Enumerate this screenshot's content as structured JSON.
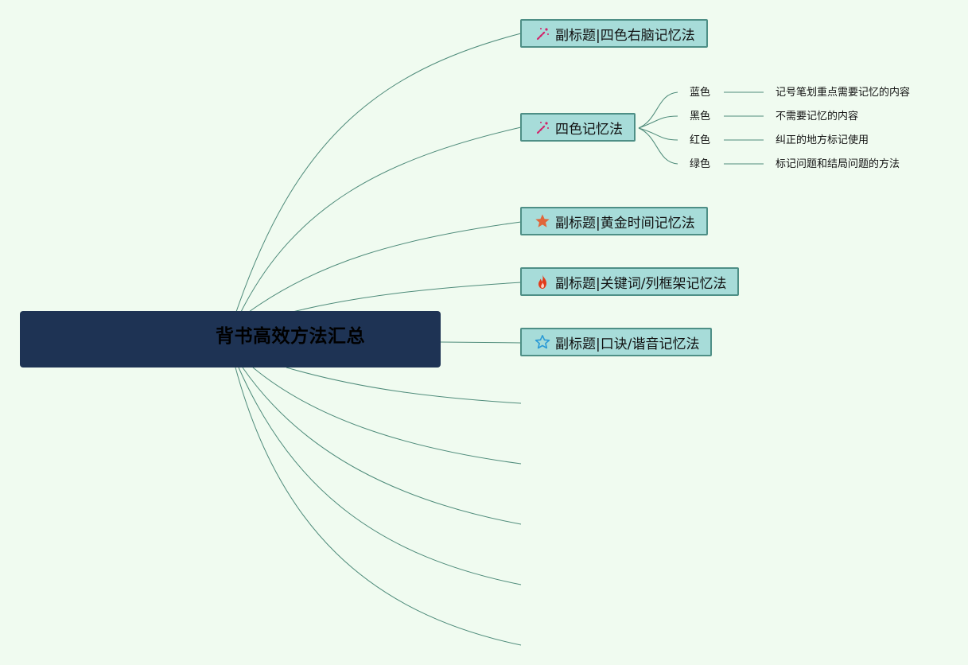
{
  "root": {
    "title": "背书高效方法汇总"
  },
  "branches": [
    {
      "label": "副标题|四色右脑记忆法",
      "icon": "magic-wand-icon",
      "icon_color": "#d2226a"
    },
    {
      "label": "四色记忆法",
      "icon": "magic-wand-icon",
      "icon_color": "#d2226a",
      "children": [
        {
          "label": "蓝色",
          "detail": "记号笔划重点需要记忆的内容"
        },
        {
          "label": "黑色",
          "detail": "不需要记忆的内容"
        },
        {
          "label": "红色",
          "detail": "纠正的地方标记使用"
        },
        {
          "label": "绿色",
          "detail": "标记问题和结局问题的方法"
        }
      ]
    },
    {
      "label": "副标题|黄金时间记忆法",
      "icon": "star-filled-icon",
      "icon_color": "#e0663a"
    },
    {
      "label": "副标题|关键词/列框架记忆法",
      "icon": "fire-icon",
      "icon_color": "#e23b1a"
    },
    {
      "label": "副标题|口诀/谐音记忆法",
      "icon": "star-outline-icon",
      "icon_color": "#2a9ad6"
    }
  ],
  "colors": {
    "background": "#f0fbf0",
    "root": "#1e3354",
    "node_fill": "#a7dcd9",
    "node_border": "#4e8f86",
    "link": "#4e8b7a"
  }
}
